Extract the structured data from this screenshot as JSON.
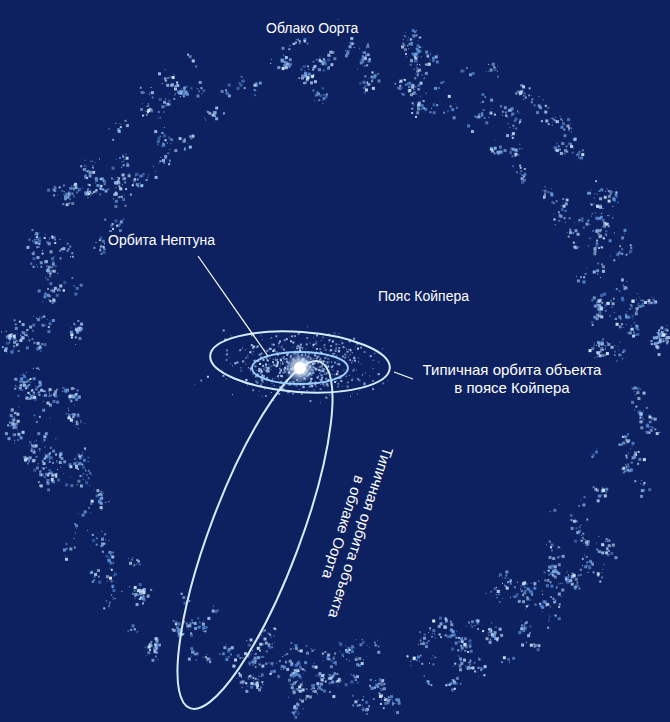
{
  "diagram": {
    "labels": [
      "Облако Оорта",
      "Орбита Нептуна",
      "Пояс Койпера",
      "Типичная орбита объекта в поясе Койпера",
      "Типичная орбита объекта в облаке Оорта"
    ]
  }
}
